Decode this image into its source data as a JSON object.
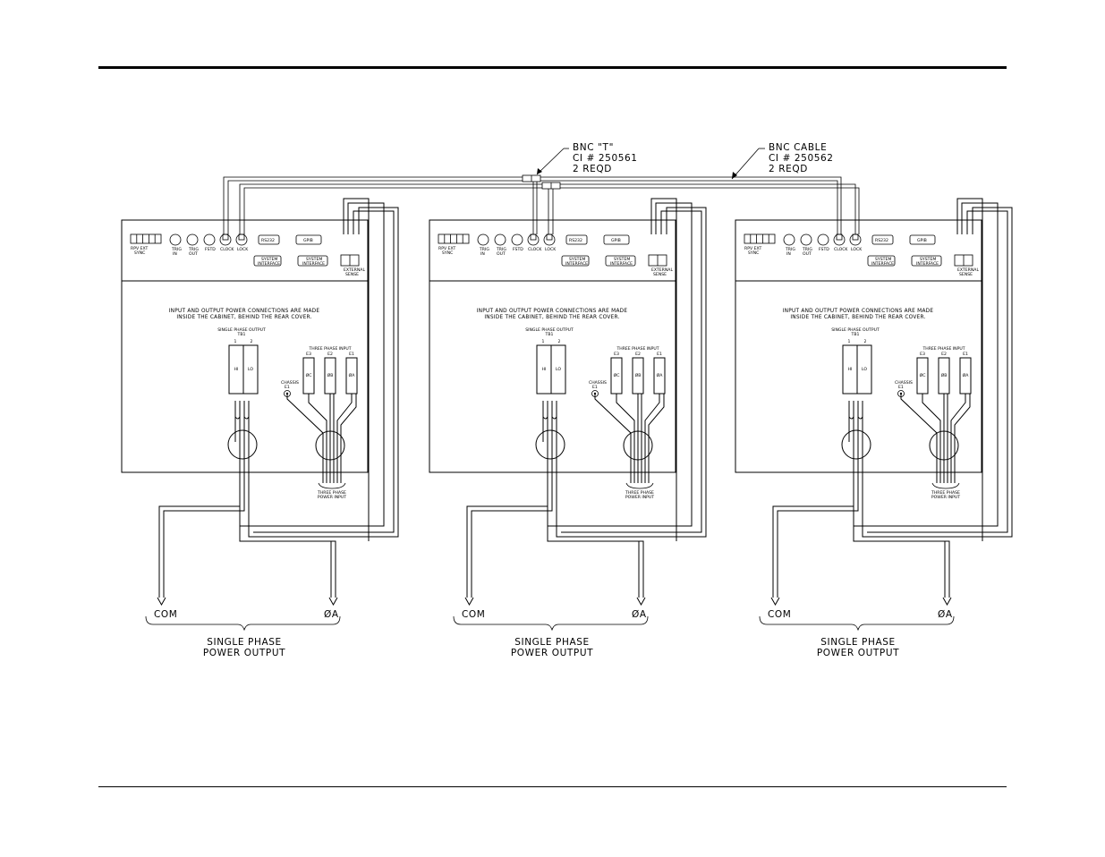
{
  "callouts": {
    "bnc_t": [
      "BNC \"T\"",
      "CI # 250561",
      "2 REQD"
    ],
    "bnc_cable": [
      "BNC CABLE",
      "CI # 250562",
      "2 REQD"
    ]
  },
  "unit": {
    "top_row": {
      "sync_label": [
        "RPV EXT",
        "SYNC"
      ],
      "trig_in": [
        "TRIG",
        "IN"
      ],
      "trig_out": [
        "TRIG",
        "OUT"
      ],
      "fstd": "FSTD",
      "clock": "CLOCK",
      "lock": "LOCK",
      "rs232": "RS232",
      "gpib": "GPIB",
      "system_interface_1": [
        "SYSTEM",
        "INTERFACE"
      ],
      "system_interface_2": [
        "SYSTEM",
        "INTERFACE"
      ],
      "external_sense": [
        "EXTERNAL",
        "SENSE"
      ]
    },
    "note": [
      "INPUT AND OUTPUT POWER CONNECTIONS ARE MADE",
      "INSIDE THE CABINET, BEHIND THE REAR COVER."
    ],
    "single_phase_output": [
      "SINGLE PHASE OUTPUT",
      "TB1"
    ],
    "output_numbers": [
      "1",
      "2"
    ],
    "output_terms": [
      "HI",
      "LO"
    ],
    "three_phase_input": "THREE PHASE INPUT",
    "input_ids": [
      "E3",
      "E2",
      "E1"
    ],
    "input_terms": [
      "ØC",
      "ØB",
      "ØA"
    ],
    "chassis": [
      "CHASSIS",
      "E1"
    ],
    "three_phase_power_input": [
      "THREE PHASE",
      "POWER INPUT"
    ],
    "com": "COM",
    "phase_a": "ØA",
    "single_phase_power_output": [
      "SINGLE PHASE",
      "POWER OUTPUT"
    ]
  },
  "icons": {
    "bnc_connector": "bnc-connector-icon",
    "ferrite_ring": "ferrite-core-icon",
    "chassis_ground": "chassis-ground-icon"
  }
}
